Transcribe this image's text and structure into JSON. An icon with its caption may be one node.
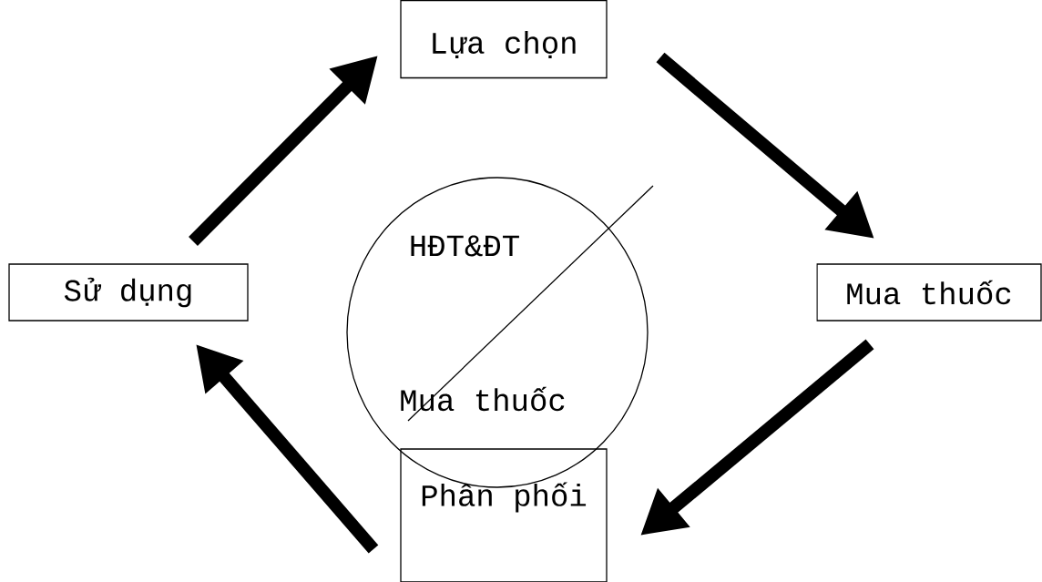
{
  "diagram": {
    "nodes": [
      {
        "text": [
          "Lựa chọn"
        ]
      },
      {
        "text": [
          "Mua thuốc"
        ]
      },
      {
        "text": [
          "Phân phối"
        ]
      },
      {
        "text": [
          "Sử dụng"
        ]
      },
      {
        "text": [
          "HĐT&ĐT",
          "Mua thuốc"
        ]
      }
    ],
    "edges": [
      {
        "from": 0,
        "to": 1,
        "arrow": "to"
      },
      {
        "from": 1,
        "to": 2,
        "arrow": "to"
      },
      {
        "from": 2,
        "to": 3,
        "arrow": "to"
      },
      {
        "from": 3,
        "to": 0,
        "arrow": "to"
      }
    ]
  }
}
